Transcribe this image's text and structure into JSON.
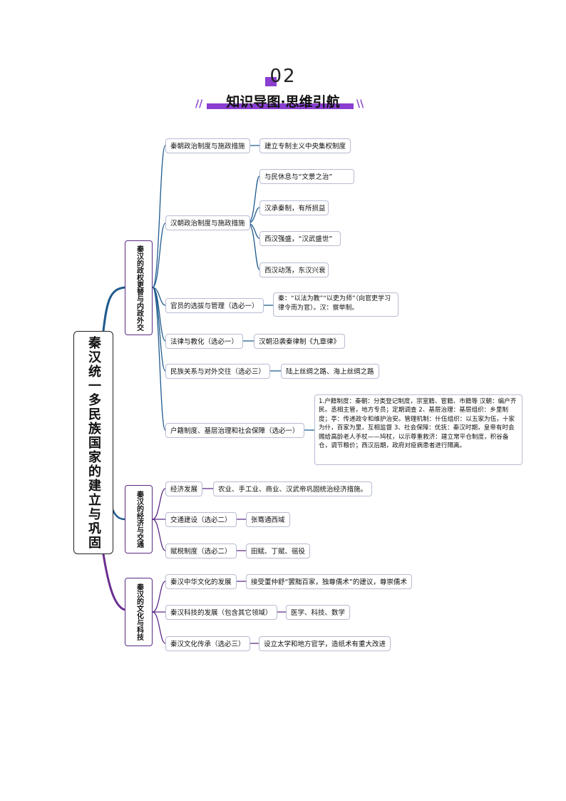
{
  "header": {
    "number": "02",
    "title": "知识导图·思维引航"
  },
  "colors": {
    "accent": "#8a3fd1",
    "branch_blue": "#1f5a8c",
    "branch_purple": "#6b2f91",
    "node_border": "#b7bcd3"
  },
  "root": {
    "label": "秦汉统一多民族国家的建立与巩固"
  },
  "branches": [
    {
      "label": "秦汉的政权更替与内政外交",
      "topics": [
        {
          "label": "秦朝政治制度与施政措施",
          "details": [
            "建立专制主义中央集权制度"
          ]
        },
        {
          "label": "汉朝政治制度与施政措施",
          "details": [
            "与民休息与“文景之治”",
            "汉承秦制，有所损益",
            "西汉强盛，“汉武盛世”",
            "西汉动荡，东汉兴衰"
          ]
        },
        {
          "label": "官员的选拔与管理（选必一）",
          "details": [
            "秦：“以法为教”“以吏为师”（向官吏学习律令而为官）。汉：察举制。"
          ]
        },
        {
          "label": "法律与教化（选必一）",
          "details": [
            "汉朝沿袭秦律制《九章律》"
          ]
        },
        {
          "label": "民族关系与对外交往（选必三）",
          "details": [
            "陆上丝绸之路、海上丝绸之路"
          ]
        },
        {
          "label": "户籍制度、基层治理和社会保障（选必一）",
          "details": [
            "1.户籍制度：秦朝：分类登记制度，宗室籍、宦籍、市籍等 汉朝：编户齐民。丞相主管，地方专员；定期调查 2、基层治理：基层组织：乡里制度；亭：传递政令和维护治安。管理机制：什伍组织：以五家为伍，十家为什，百家为里，互相监督 3、社会保障：优抚：秦汉时期，皇帝有时会赐给高龄老人手杖——鸠杖，以示尊重救济：建立常平仓制度，积谷备仓，调节粮价；西汉后期，政府对疫病患者进行隔离。"
          ]
        }
      ]
    },
    {
      "label": "秦汉的经济与交通",
      "topics": [
        {
          "label": "经济发展",
          "details": [
            "农业、手工业、商业、汉武帝巩固统治经济措施。"
          ]
        },
        {
          "label": "交通建设（选必二）",
          "details": [
            "张骞通西域"
          ]
        },
        {
          "label": "赋税制度（选必二）",
          "details": [
            "田赋、丁赋、徭役"
          ]
        }
      ]
    },
    {
      "label": "秦汉的文化与科技",
      "topics": [
        {
          "label": "秦汉中华文化的发展",
          "details": [
            "接受董仲舒“罢黜百家，独尊儒术”的建议，尊崇儒术"
          ]
        },
        {
          "label": "秦汉科技的发展（包含其它领域）",
          "details": [
            "医学、科技、数学"
          ]
        },
        {
          "label": "秦汉文化传承（选必三）",
          "details": [
            "设立太学和地方官学，造纸术有重大改进"
          ]
        }
      ]
    }
  ]
}
